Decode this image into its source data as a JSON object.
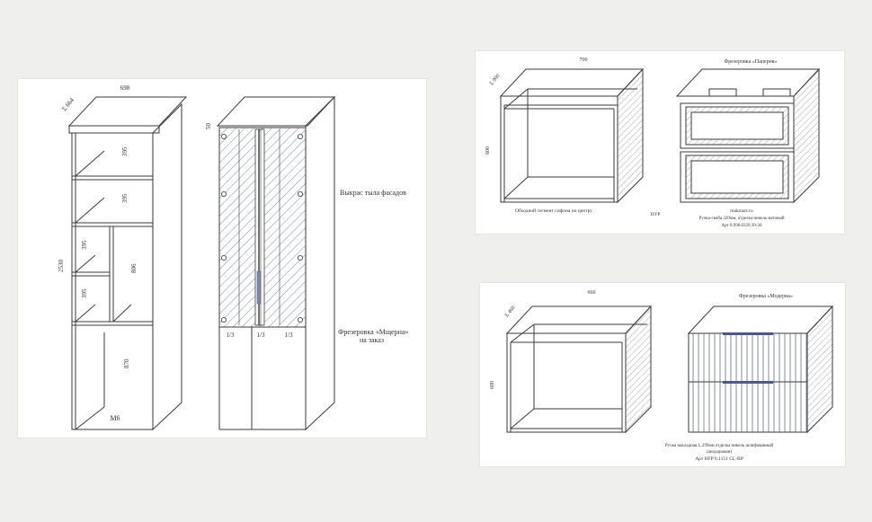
{
  "left_sheet": {
    "width_698": "698",
    "depth_664": "Σ 664",
    "height_2530": "2530",
    "top_50": "50",
    "shelf_395_a": "395",
    "shelf_395_b": "395",
    "shelf_395_c": "395",
    "shelf_395_d": "395",
    "door_806": "806",
    "lower_870": "870",
    "bottom_label": "M6",
    "split_a": "1/3",
    "split_b": "1/3",
    "split_c": "1/3",
    "note_back": "Выкрас тыла фасадов",
    "note_milling": "Фрезеровка «Мщерна»",
    "note_order": "на заказ"
  },
  "top_right_sheet": {
    "width": "700",
    "depth": "Σ 900",
    "height": "600",
    "title_right": "Фрезеровка «Паперня»",
    "caption_left": "Обходной сегмент сифона по центру",
    "caption_mid": "ПУР",
    "caption_site": "makmart.ru",
    "caption_handle": "Ручка-скоба 320мм, отделка никель матовый",
    "caption_art": "Арт 8.998.0320.39-30"
  },
  "bottom_right_sheet": {
    "width": "660",
    "depth": "Σ 460",
    "height": "600",
    "title_right": "Фрезеровка «Модерна»",
    "caption_handle": "Ручка накладная L.299мм отделка никель шлифованный",
    "caption_handle2": "(анодирован)",
    "caption_art": "Арт HFP 0.1151 CL-BP"
  }
}
